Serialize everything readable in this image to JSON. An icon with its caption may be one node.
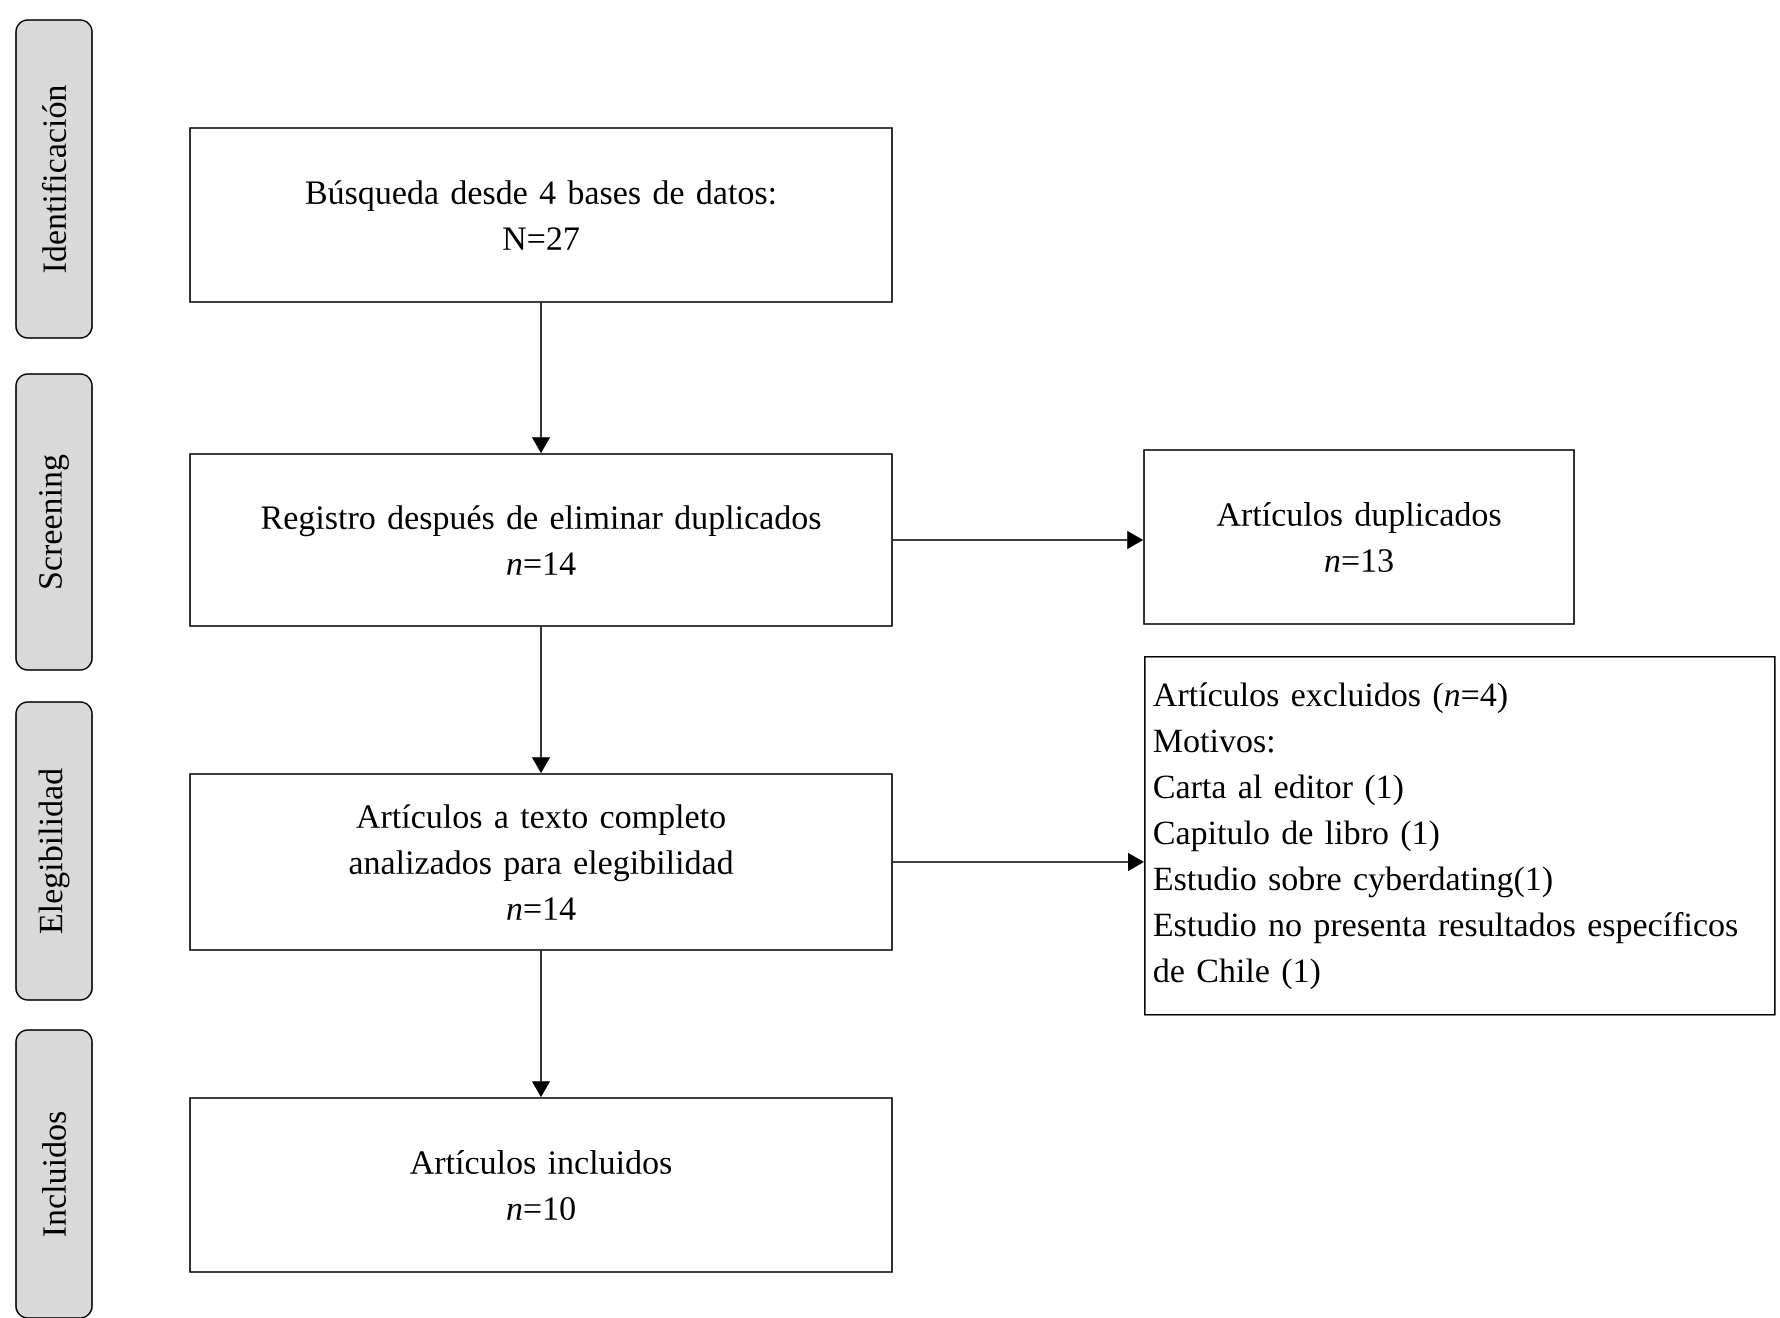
{
  "diagram": {
    "nodes": [
      {
        "text": [
          "Identificación"
        ]
      },
      {
        "text": [
          "Screening"
        ]
      },
      {
        "text": [
          "Elegibilidad"
        ]
      },
      {
        "text": [
          "Incluidos"
        ]
      },
      {
        "text": [
          "Búsqueda desde 4 bases de datos:",
          "N=27"
        ]
      },
      {
        "text": [
          "Registro después de eliminar duplicados",
          "*n*=14"
        ]
      },
      {
        "text": [
          "Artículos duplicados",
          "*n*=13"
        ]
      },
      {
        "text": [
          "Artículos a texto completo analizados para elegibilidad",
          "*n*=14"
        ]
      },
      {
        "text": [
          "Artículos excluidos (*n*=4)",
          "Motivos:",
          "Carta al editor (1)",
          "Capitulo de libro (1)",
          "Estudio sobre cyberdating(1)",
          "Estudio no presenta resultados específicos de Chile (1)"
        ]
      },
      {
        "text": [
          "Artículos incluidos",
          "*n*=10"
        ]
      }
    ],
    "edges": [
      {
        "from": 4,
        "to": 5,
        "arrow": "to"
      },
      {
        "from": 5,
        "to": 6,
        "arrow": "to"
      },
      {
        "from": 5,
        "to": 7,
        "arrow": "to"
      },
      {
        "from": 7,
        "to": 8,
        "arrow": "to"
      },
      {
        "from": 7,
        "to": 9,
        "arrow": "to"
      }
    ]
  }
}
